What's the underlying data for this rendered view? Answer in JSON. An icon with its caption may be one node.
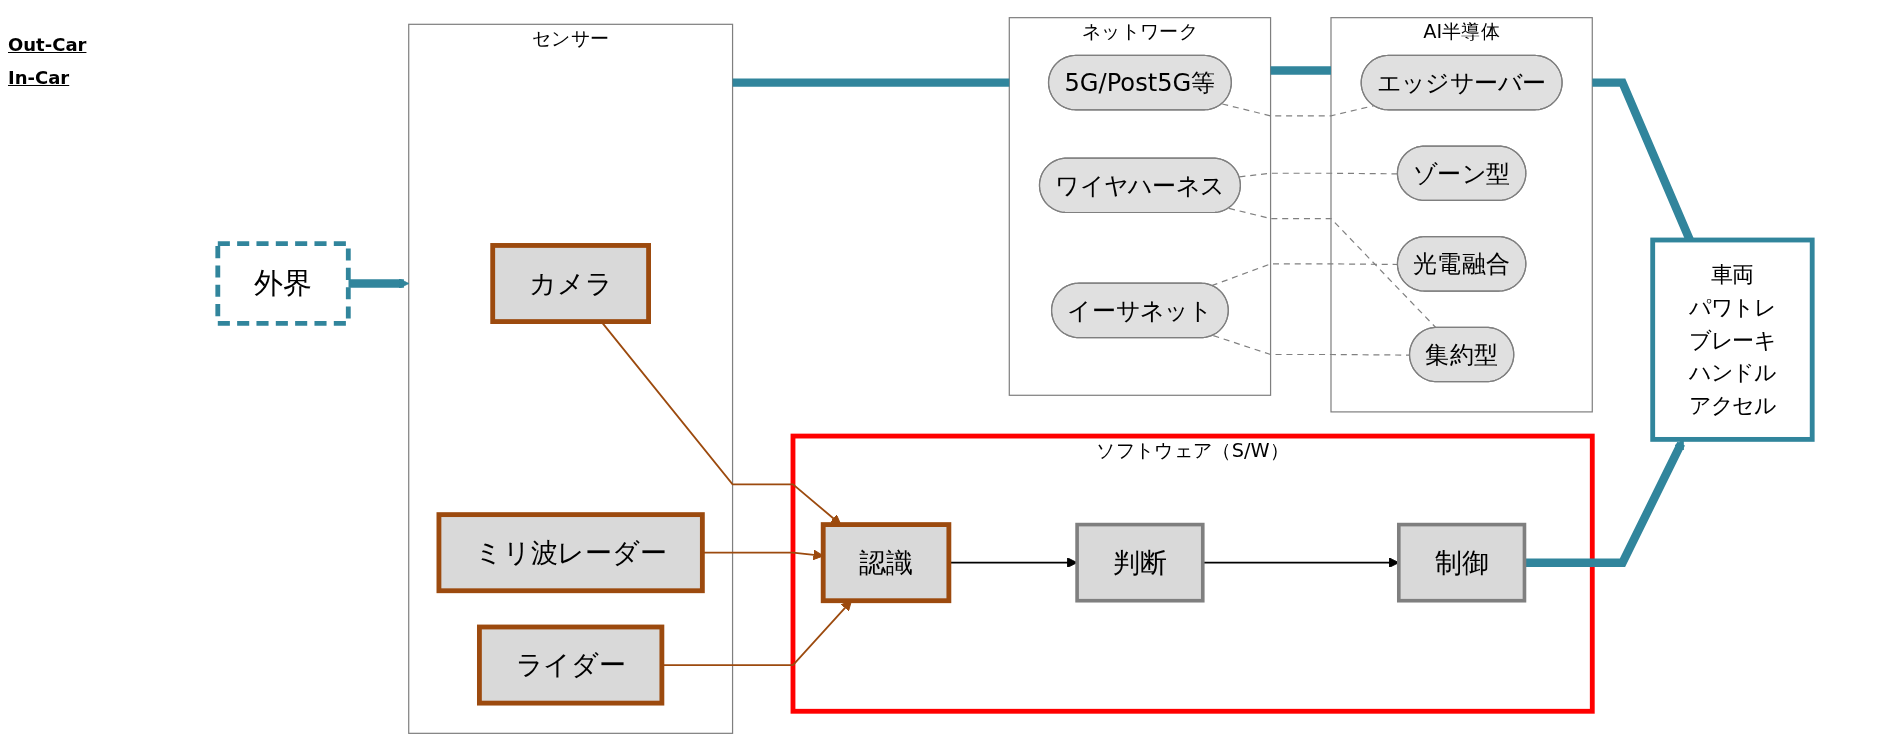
{
  "diagram": {
    "nodes": [
      {
        "text": [
          "ソフトウェア（S/W）"
        ]
      },
      {
        "text": [
          "認識"
        ],
        "in": 0
      },
      {
        "text": [
          "判断"
        ],
        "in": 0
      },
      {
        "text": [
          "制御"
        ],
        "in": 0
      },
      {
        "text": [
          "外界"
        ]
      },
      {
        "text": [
          "センサー"
        ]
      },
      {
        "text": [
          "カメラ"
        ],
        "in": 5
      },
      {
        "text": [
          "ミリ波レーダー"
        ],
        "in": 5
      },
      {
        "text": [
          "ライダー"
        ],
        "in": 5
      },
      {
        "text": [
          "ネットワーク"
        ]
      },
      {
        "text": [
          "5G/Post5G等"
        ],
        "in": 9
      },
      {
        "text": [
          "ワイヤハーネス"
        ],
        "in": 9
      },
      {
        "text": [
          "イーサネット"
        ],
        "in": 9
      },
      {
        "text": [
          "AI半導体"
        ]
      },
      {
        "text": [
          "エッジサーバー"
        ],
        "in": 13
      },
      {
        "text": [
          "集約型"
        ],
        "in": 13
      },
      {
        "text": [
          "ゾーン型"
        ],
        "in": 13
      },
      {
        "text": [
          "光電融合"
        ],
        "in": 13
      },
      {
        "text": [
          "車両",
          "パワトレ",
          "ブレーキ",
          "ハンドル",
          "アクセル"
        ]
      }
    ],
    "edges": [
      {
        "from": 1,
        "to": 2,
        "arrow": "to",
        "color": "#000000"
      },
      {
        "from": 2,
        "to": 3,
        "arrow": "to",
        "color": "#000000"
      },
      {
        "from": 6,
        "to": 1,
        "arrow": "to",
        "color": "#9c4a0e"
      },
      {
        "from": 7,
        "to": 1,
        "arrow": "to",
        "color": "#9c4a0e"
      },
      {
        "from": 8,
        "to": 1,
        "arrow": "to",
        "color": "#9c4a0e"
      },
      {
        "from": 4,
        "to": 5,
        "arrow": "to",
        "style": "thick",
        "color": "#31859c"
      },
      {
        "from": 5,
        "to": 9,
        "arrow": "none",
        "style": "thick",
        "color": "#31859c"
      },
      {
        "from": 9,
        "to": 13,
        "arrow": "none",
        "style": "thick",
        "color": "#31859c"
      },
      {
        "from": 13,
        "to": 18,
        "arrow": "none",
        "style": "thick",
        "color": "#31859c"
      },
      {
        "from": 3,
        "to": 18,
        "arrow": "to",
        "style": "thick",
        "color": "#31859c"
      },
      {
        "from": 10,
        "to": 14,
        "arrow": "none",
        "style": "dashed",
        "color": "#808080"
      },
      {
        "from": 11,
        "to": 15,
        "arrow": "none",
        "style": "dashed",
        "color": "#808080"
      },
      {
        "from": 11,
        "to": 16,
        "arrow": "none",
        "style": "dashed",
        "color": "#808080"
      },
      {
        "from": 12,
        "to": 15,
        "arrow": "none",
        "style": "dashed",
        "color": "#808080"
      },
      {
        "from": 12,
        "to": 17,
        "arrow": "none",
        "style": "dashed",
        "color": "#808080"
      }
    ],
    "labels": [
      "Out-Car",
      "In-Car"
    ]
  }
}
